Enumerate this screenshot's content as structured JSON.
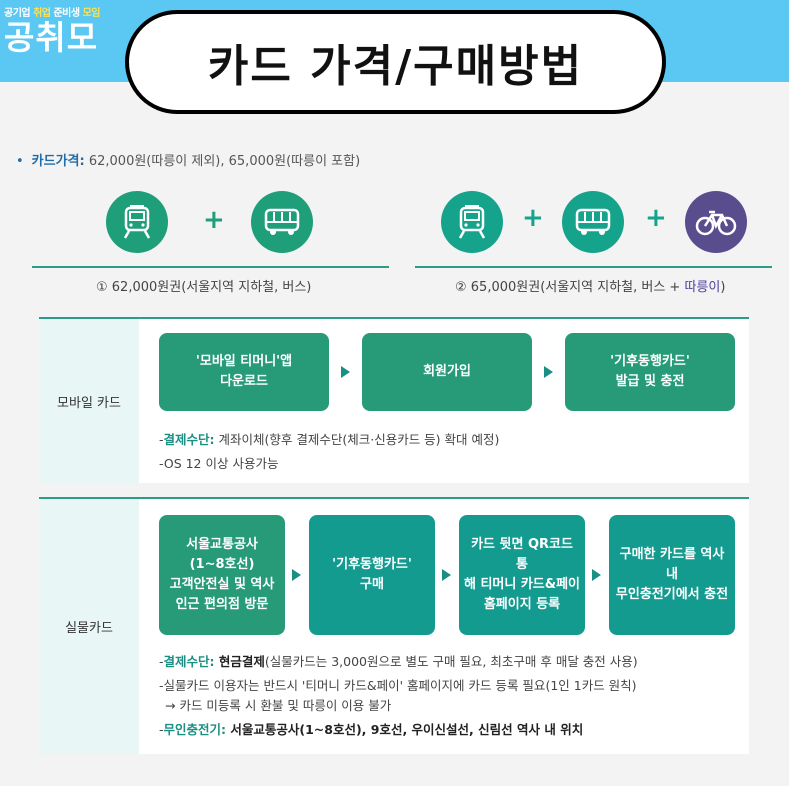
{
  "logo": {
    "tag_1": "공기업 ",
    "tag_y1": "취업",
    "tag_2": " 준비생 ",
    "tag_y2": "모임",
    "main": "공취모"
  },
  "title": "카드 가격/구매방법",
  "price": {
    "bullet": "•",
    "label": "카드가격:",
    "text": " 62,000원(따릉이 제외), 65,000원(따릉이 포함)"
  },
  "option1": {
    "text": "① 62,000원권(서울지역 지하철, 버스)"
  },
  "option2": {
    "text": "② 65,000원권(서울지역 지하철, 버스 + ",
    "highlight": "따릉이",
    "close": ")"
  },
  "plus": "+",
  "icons": {
    "subway": "subway-icon",
    "bus": "bus-icon",
    "bike": "bicycle-icon"
  },
  "mobile": {
    "label": "모바일 카드",
    "steps": [
      "'모바일 티머니'앱\n다운로드",
      "회원가입",
      "'기후동행카드'\n발급 및 충전"
    ],
    "notes": [
      {
        "key": "결제수단:",
        "text": " 계좌이체(향후 결제수단(체크·신용카드 등) 확대 예정)"
      },
      {
        "key": "",
        "text": "OS 12 이상 사용가능"
      }
    ]
  },
  "physical": {
    "label": "실물카드",
    "steps": [
      "서울교통공사\n(1~8호선)\n고객안전실 및 역사\n인근 편의점 방문",
      "'기후동행카드'\n구매",
      "카드 뒷면 QR코드 통\n해 티머니 카드&페이\n홈페이지 등록",
      "구매한 카드를 역사 내\n무인충전기에서 충전"
    ],
    "note1_key": "결제수단:",
    "note1_bold": " 현금결제",
    "note1_text": "(실물카드는 3,000원으로 별도 구매 필요, 최초구매 후 매달 충전 사용)",
    "note2_text": "실물카드 이용자는 반드시 '티머니 카드&페이' 홈페이지에 카드 등록 필요",
    "note2_tail": "(1인 1카드 원칙)",
    "note3_text": "→ 카드 미등록 시 환불 및 따릉이 이용 불가",
    "note4_key": "무인충전기:",
    "note4_text": " 서울교통공사(1~8호선), 9호선, 우이신설선, 신림선 역사 내 위치"
  },
  "colors": {
    "sky": "#5ac8f2",
    "green": "#279b77",
    "teal": "#139b8f",
    "purple": "#5a4d8e"
  }
}
